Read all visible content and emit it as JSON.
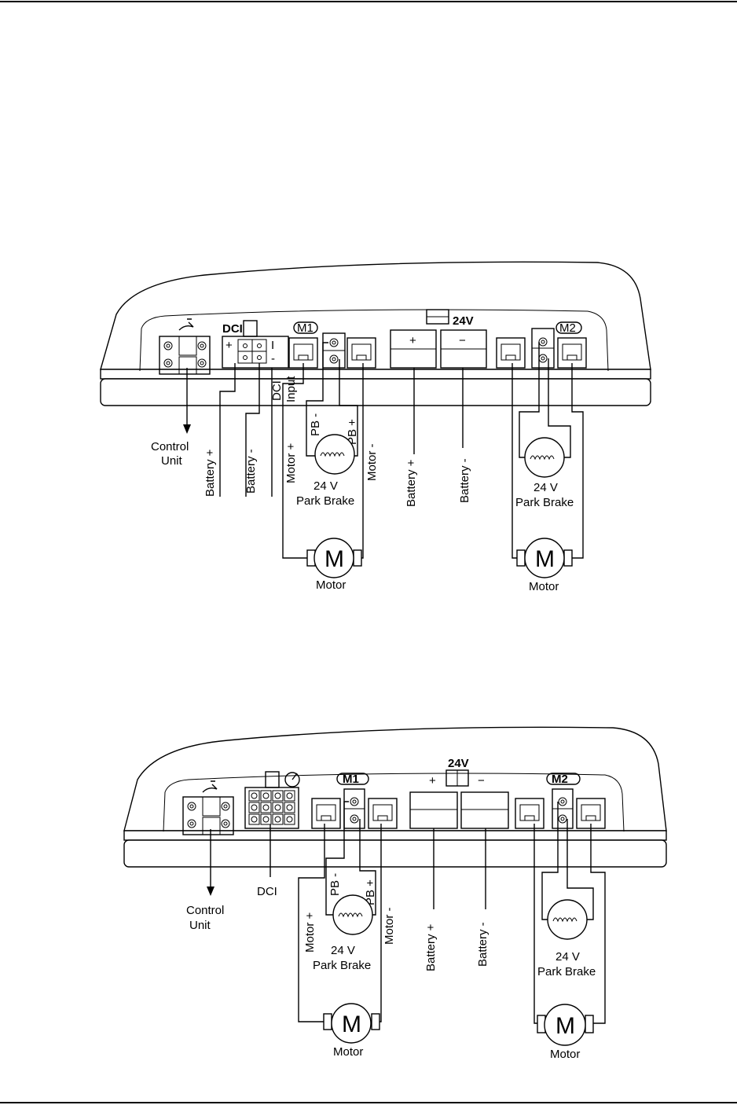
{
  "diagram1": {
    "dci_label": "DCI",
    "dci_plus": "+",
    "dci_minus": "-",
    "dci_i": "I",
    "m1_label": "M1",
    "m2_label": "M2",
    "voltage_24v": "24V",
    "battery_plus_symbol": "+",
    "battery_minus_symbol": "−",
    "dci_input_line1": "DCI",
    "dci_input_line2": "Input",
    "pb_minus": "PB -",
    "pb_plus": "PB +",
    "control_unit_line1": "Control",
    "control_unit_line2": "Unit",
    "battery_plus_wire": "Battery +",
    "battery_minus_wire": "Battery -",
    "motor_plus": "Motor +",
    "motor_minus": "Motor -",
    "battery_plus_main": "Battery +",
    "battery_minus_main": "Battery -",
    "park_brake_left_line1": "24 V",
    "park_brake_left_line2": "Park Brake",
    "park_brake_right_line1": "24 V",
    "park_brake_right_line2": "Park Brake",
    "motor_symbol_left": "M",
    "motor_symbol_right": "M",
    "motor_left": "Motor",
    "motor_right": "Motor"
  },
  "diagram2": {
    "m1_label": "M1",
    "m2_label": "M2",
    "voltage_24v": "24V",
    "battery_plus_symbol": "+",
    "battery_minus_symbol": "−",
    "dci": "DCI",
    "pb_minus": "PB -",
    "pb_plus": "PB +",
    "control_unit_line1": "Control",
    "control_unit_line2": "Unit",
    "motor_plus": "Motor +",
    "motor_minus": "Motor -",
    "battery_plus_main": "Battery +",
    "battery_minus_main": "Battery -",
    "park_brake_left_line1": "24 V",
    "park_brake_left_line2": "Park Brake",
    "park_brake_right_line1": "24 V",
    "park_brake_right_line2": "Park Brake",
    "motor_symbol_left": "M",
    "motor_symbol_right": "M",
    "motor_left": "Motor",
    "motor_right": "Motor"
  }
}
